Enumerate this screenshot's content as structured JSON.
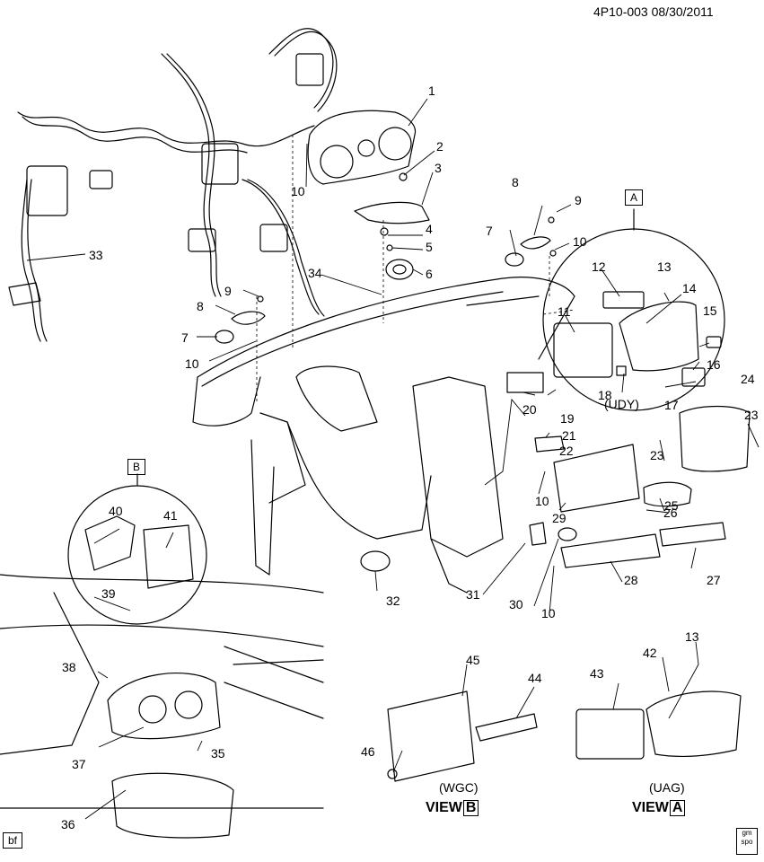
{
  "header": {
    "reference": "4P10-003  08/30/2011"
  },
  "callouts": [
    {
      "id": "c1",
      "label": "1"
    },
    {
      "id": "c2",
      "label": "2"
    },
    {
      "id": "c3",
      "label": "3"
    },
    {
      "id": "c4",
      "label": "4"
    },
    {
      "id": "c5",
      "label": "5"
    },
    {
      "id": "c6",
      "label": "6"
    },
    {
      "id": "c7a",
      "label": "7"
    },
    {
      "id": "c7b",
      "label": "7"
    },
    {
      "id": "c8a",
      "label": "8"
    },
    {
      "id": "c8b",
      "label": "8"
    },
    {
      "id": "c9a",
      "label": "9"
    },
    {
      "id": "c9b",
      "label": "9"
    },
    {
      "id": "c10a",
      "label": "10"
    },
    {
      "id": "c10b",
      "label": "10"
    },
    {
      "id": "c10c",
      "label": "10"
    },
    {
      "id": "c10d",
      "label": "10"
    },
    {
      "id": "c10e",
      "label": "10"
    },
    {
      "id": "c11",
      "label": "11"
    },
    {
      "id": "c12",
      "label": "12"
    },
    {
      "id": "c13a",
      "label": "13"
    },
    {
      "id": "c13b",
      "label": "13"
    },
    {
      "id": "c14",
      "label": "14"
    },
    {
      "id": "c15",
      "label": "15"
    },
    {
      "id": "c16",
      "label": "16"
    },
    {
      "id": "c17",
      "label": "17"
    },
    {
      "id": "c18",
      "label": "18"
    },
    {
      "id": "c19",
      "label": "19"
    },
    {
      "id": "c20",
      "label": "20"
    },
    {
      "id": "c21",
      "label": "21"
    },
    {
      "id": "c22",
      "label": "22"
    },
    {
      "id": "c23a",
      "label": "23"
    },
    {
      "id": "c23b",
      "label": "23"
    },
    {
      "id": "c24",
      "label": "24"
    },
    {
      "id": "c25",
      "label": "25"
    },
    {
      "id": "c26",
      "label": "26"
    },
    {
      "id": "c27",
      "label": "27"
    },
    {
      "id": "c28",
      "label": "28"
    },
    {
      "id": "c29",
      "label": "29"
    },
    {
      "id": "c30",
      "label": "30"
    },
    {
      "id": "c31",
      "label": "31"
    },
    {
      "id": "c32",
      "label": "32"
    },
    {
      "id": "c33",
      "label": "33"
    },
    {
      "id": "c34",
      "label": "34"
    },
    {
      "id": "c35",
      "label": "35"
    },
    {
      "id": "c36",
      "label": "36"
    },
    {
      "id": "c37",
      "label": "37"
    },
    {
      "id": "c38",
      "label": "38"
    },
    {
      "id": "c39",
      "label": "39"
    },
    {
      "id": "c40",
      "label": "40"
    },
    {
      "id": "c41",
      "label": "41"
    },
    {
      "id": "c42",
      "label": "42"
    },
    {
      "id": "c43",
      "label": "43"
    },
    {
      "id": "c44",
      "label": "44"
    },
    {
      "id": "c45",
      "label": "45"
    },
    {
      "id": "c46",
      "label": "46"
    }
  ],
  "detail_views": {
    "a_marker": "A",
    "b_marker": "B",
    "udy_label": "(UDY)",
    "wgc_label": "(WGC)",
    "uag_label": "(UAG)",
    "view_word": "VIEW",
    "view_b_letter": "B",
    "view_a_letter": "A"
  },
  "footer": {
    "bf": "bf",
    "logo_line1": "gm",
    "logo_line2": "spo"
  }
}
